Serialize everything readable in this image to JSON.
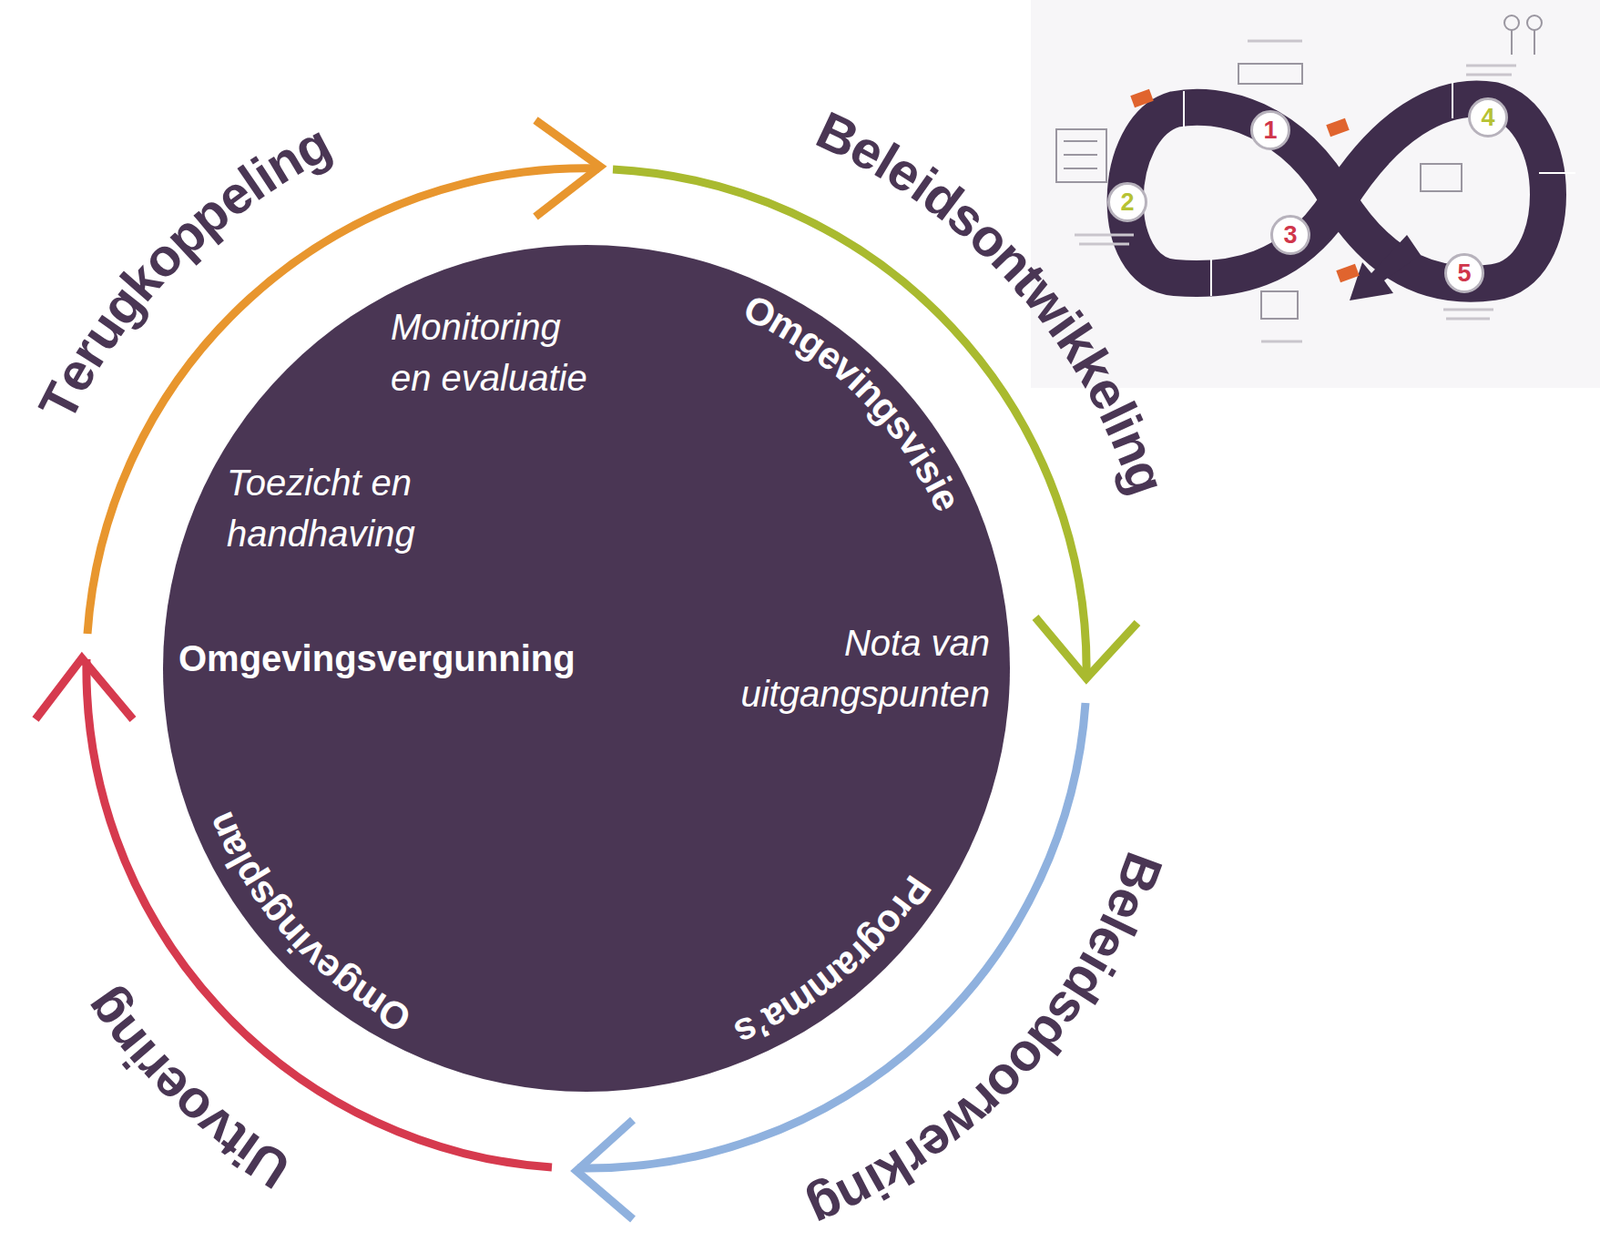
{
  "diagram": {
    "nodes": [
      {
        "text": [
          "Monitoring en evaluatie",
          "Toezicht en handhaving",
          "Omgevingsvergunning",
          "Omgevingsvisie",
          "Nota van uitgangspunten",
          "Programma’s",
          "Omgevingsplan"
        ]
      },
      {
        "text": [
          "1"
        ]
      },
      {
        "text": [
          "2"
        ]
      },
      {
        "text": [
          "3"
        ]
      },
      {
        "text": [
          "4"
        ]
      },
      {
        "text": [
          "5"
        ]
      }
    ],
    "labels": [
      "Terugkoppeling",
      "Beleidsontwikkeling",
      "Beleidsdoorwerking",
      "Uitvoering"
    ]
  }
}
